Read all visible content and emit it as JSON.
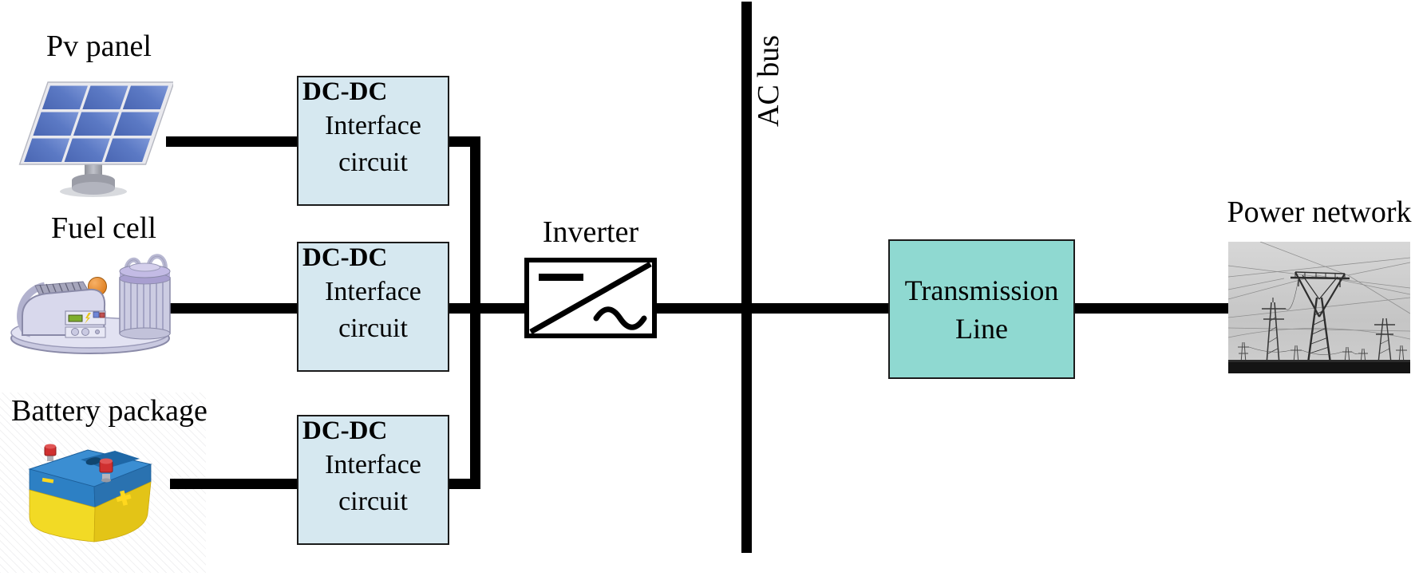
{
  "labels": {
    "pv": "Pv panel",
    "fuel_cell": "Fuel cell",
    "battery": "Battery package",
    "inverter": "Inverter",
    "ac_bus": "AC bus",
    "power_network": "Power network"
  },
  "interface_box": {
    "title": "DC-DC",
    "line1": "Interface",
    "line2": "circuit"
  },
  "transmission_box": {
    "line1": "Transmission",
    "line2": "Line"
  },
  "icons": {
    "pv_panel": "solar-panel-image",
    "fuel_cell": "fuel-cell-image",
    "battery": "battery-image",
    "inverter_symbol": "dc-ac-inverter-symbol",
    "power_network": "transmission-towers-photo"
  },
  "colors": {
    "interface_box_fill": "#d6e8f0",
    "interface_box_border": "#1b1b1b",
    "transmission_box_fill": "#8fd9d1",
    "wire": "#000000"
  }
}
